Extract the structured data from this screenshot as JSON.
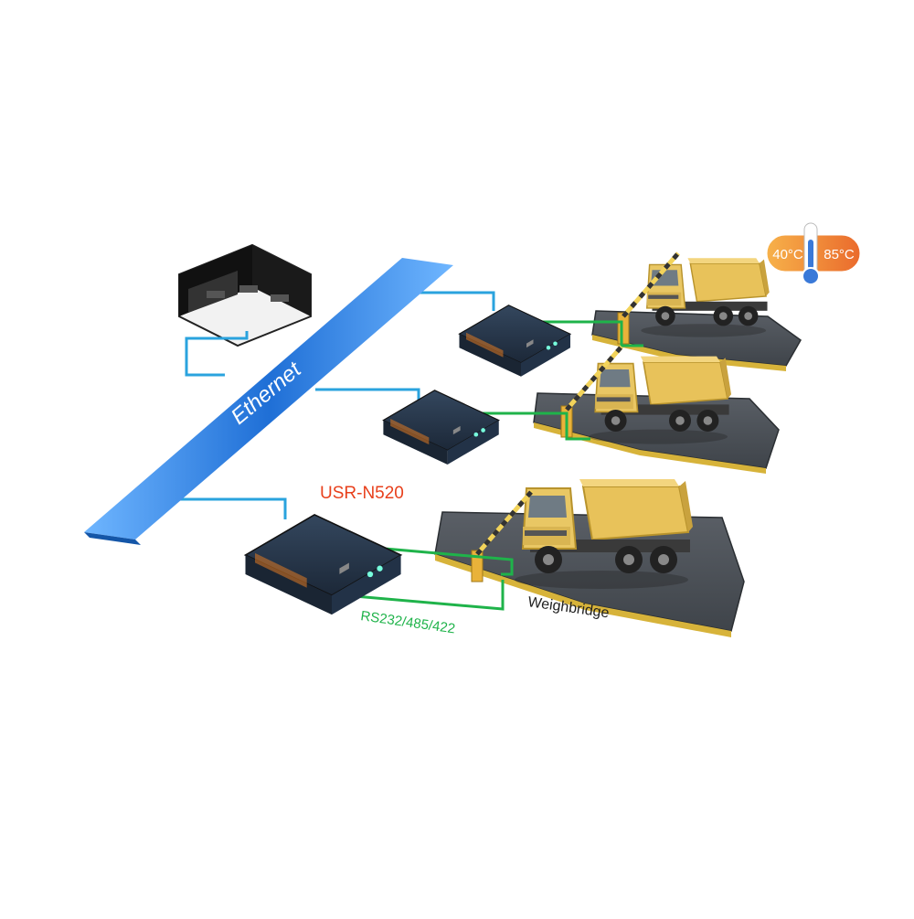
{
  "backbone": {
    "label": "Ethernet",
    "color": "#1f6fd6"
  },
  "device": {
    "model_label": "USR-N520",
    "model_label_color": "#e8401c",
    "body_color": "#243447"
  },
  "serial_link": {
    "label": "RS232/485/422",
    "color": "#1fb34a"
  },
  "weighbridge": {
    "label": "Weighbridge"
  },
  "temperature_badge": {
    "low": "40°C",
    "high": "85°C",
    "low_color": "#f2a23c",
    "high_color": "#e8622b"
  },
  "network_line_color": "#2aa3de",
  "icons": [
    "control-room-icon",
    "serial-server-icon",
    "dump-truck-icon",
    "barrier-gate-icon",
    "thermometer-icon"
  ]
}
